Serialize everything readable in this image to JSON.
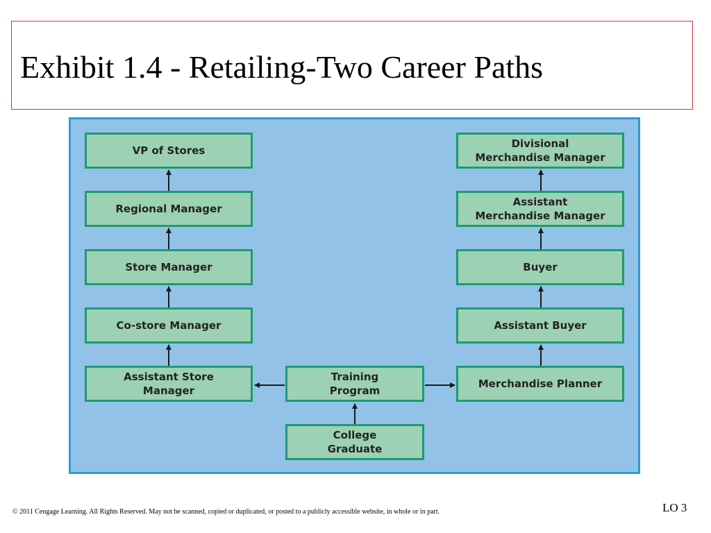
{
  "slide": {
    "title": "Exhibit 1.4 - Retailing-Two Career Paths",
    "copyright": "© 2011 Cengage Learning. All Rights Reserved. May not be scanned, copied or duplicated, or posted to a publicly accessible website, in whole or in part.",
    "lo": "LO 3"
  },
  "diagram": {
    "store_path": [
      "VP of Stores",
      "Regional Manager",
      "Store Manager",
      "Co-store Manager",
      "Assistant Store\nManager"
    ],
    "merch_path": [
      "Divisional\nMerchandise Manager",
      "Assistant\nMerchandise Manager",
      "Buyer",
      "Assistant Buyer",
      "Merchandise Planner"
    ],
    "training": "Training\nProgram",
    "graduate": "College\nGraduate"
  }
}
